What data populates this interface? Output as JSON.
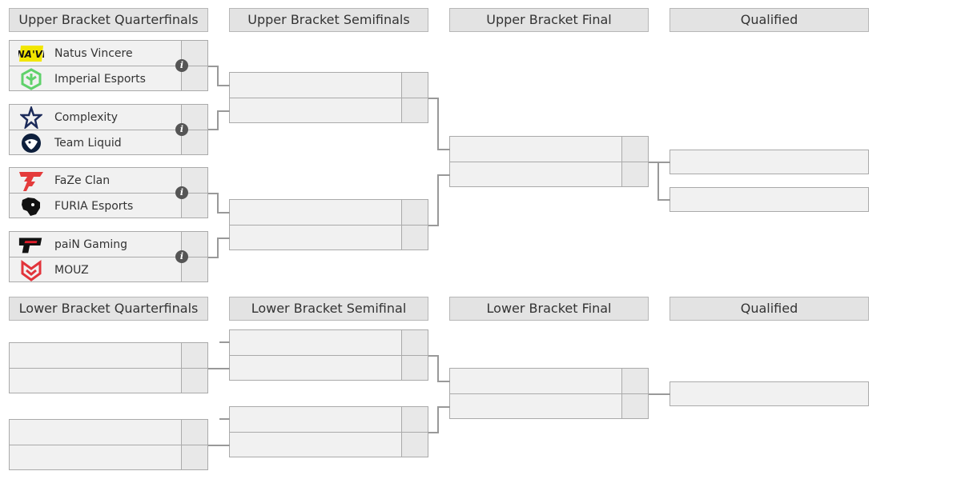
{
  "headers": {
    "upper_qf": "Upper Bracket Quarterfinals",
    "upper_sf": "Upper Bracket Semifinals",
    "upper_final": "Upper Bracket Final",
    "upper_qualified": "Qualified",
    "lower_qf": "Lower Bracket Quarterfinals",
    "lower_sf": "Lower Bracket Semifinal",
    "lower_final": "Lower Bracket Final",
    "lower_qualified": "Qualified"
  },
  "upper_qf_matches": [
    {
      "team1": "Natus Vincere",
      "team1_logo": "navi-logo",
      "team2": "Imperial Esports",
      "team2_logo": "imperial-logo"
    },
    {
      "team1": "Complexity",
      "team1_logo": "complexity-logo",
      "team2": "Team Liquid",
      "team2_logo": "liquid-logo"
    },
    {
      "team1": "FaZe Clan",
      "team1_logo": "faze-logo",
      "team2": "FURIA Esports",
      "team2_logo": "furia-logo"
    },
    {
      "team1": "paiN Gaming",
      "team1_logo": "pain-logo",
      "team2": "MOUZ",
      "team2_logo": "mouz-logo"
    }
  ],
  "info_icon": "info-icon",
  "colors": {
    "header_bg": "#e3e3e3",
    "box_bg": "#f1f1f1",
    "border": "#aaaaaa",
    "connector": "#999999",
    "navi_yellow": "#f2e600",
    "imperial_green": "#5fd16b",
    "complexity_navy": "#1c2b5a",
    "liquid_navy": "#0d1f3c",
    "faze_red": "#e43b3b",
    "pain_red": "#e21d2b",
    "mouz_red": "#e2343b"
  }
}
